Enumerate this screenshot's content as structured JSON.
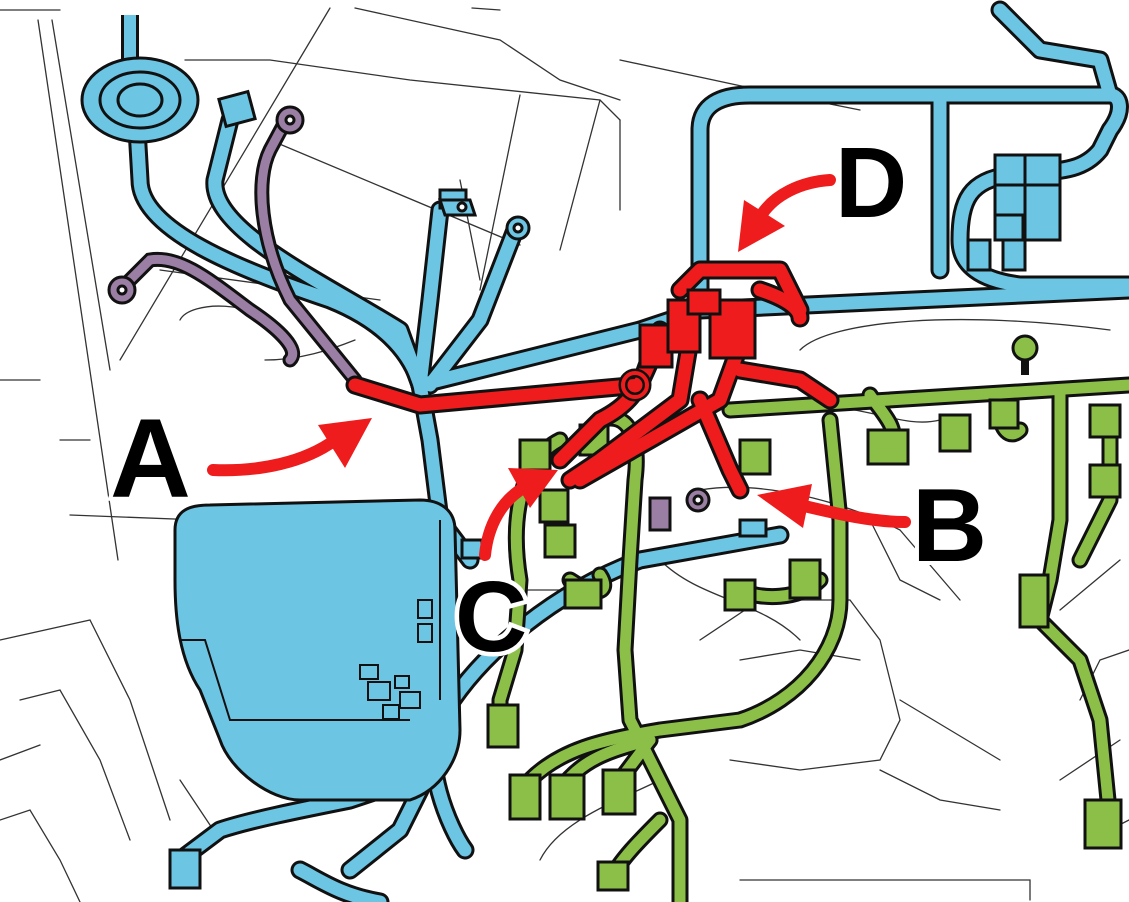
{
  "diagram": {
    "labels": {
      "a": "A",
      "b": "B",
      "c": "C",
      "d": "D"
    },
    "colors": {
      "background": "#ffffff",
      "outline": "#111111",
      "sketch_line": "#333333",
      "blue_harness": "#6cc5e3",
      "green_harness": "#8cbf48",
      "red_highlight": "#ee1c1c",
      "purple_lead": "#9a7ea3",
      "label_text": "#000000",
      "label_halo": "#ffffff"
    },
    "icons": {
      "arrow": "curved-arrow-icon",
      "connector": "connector-block-icon",
      "ring_terminal": "ring-terminal-icon"
    }
  }
}
